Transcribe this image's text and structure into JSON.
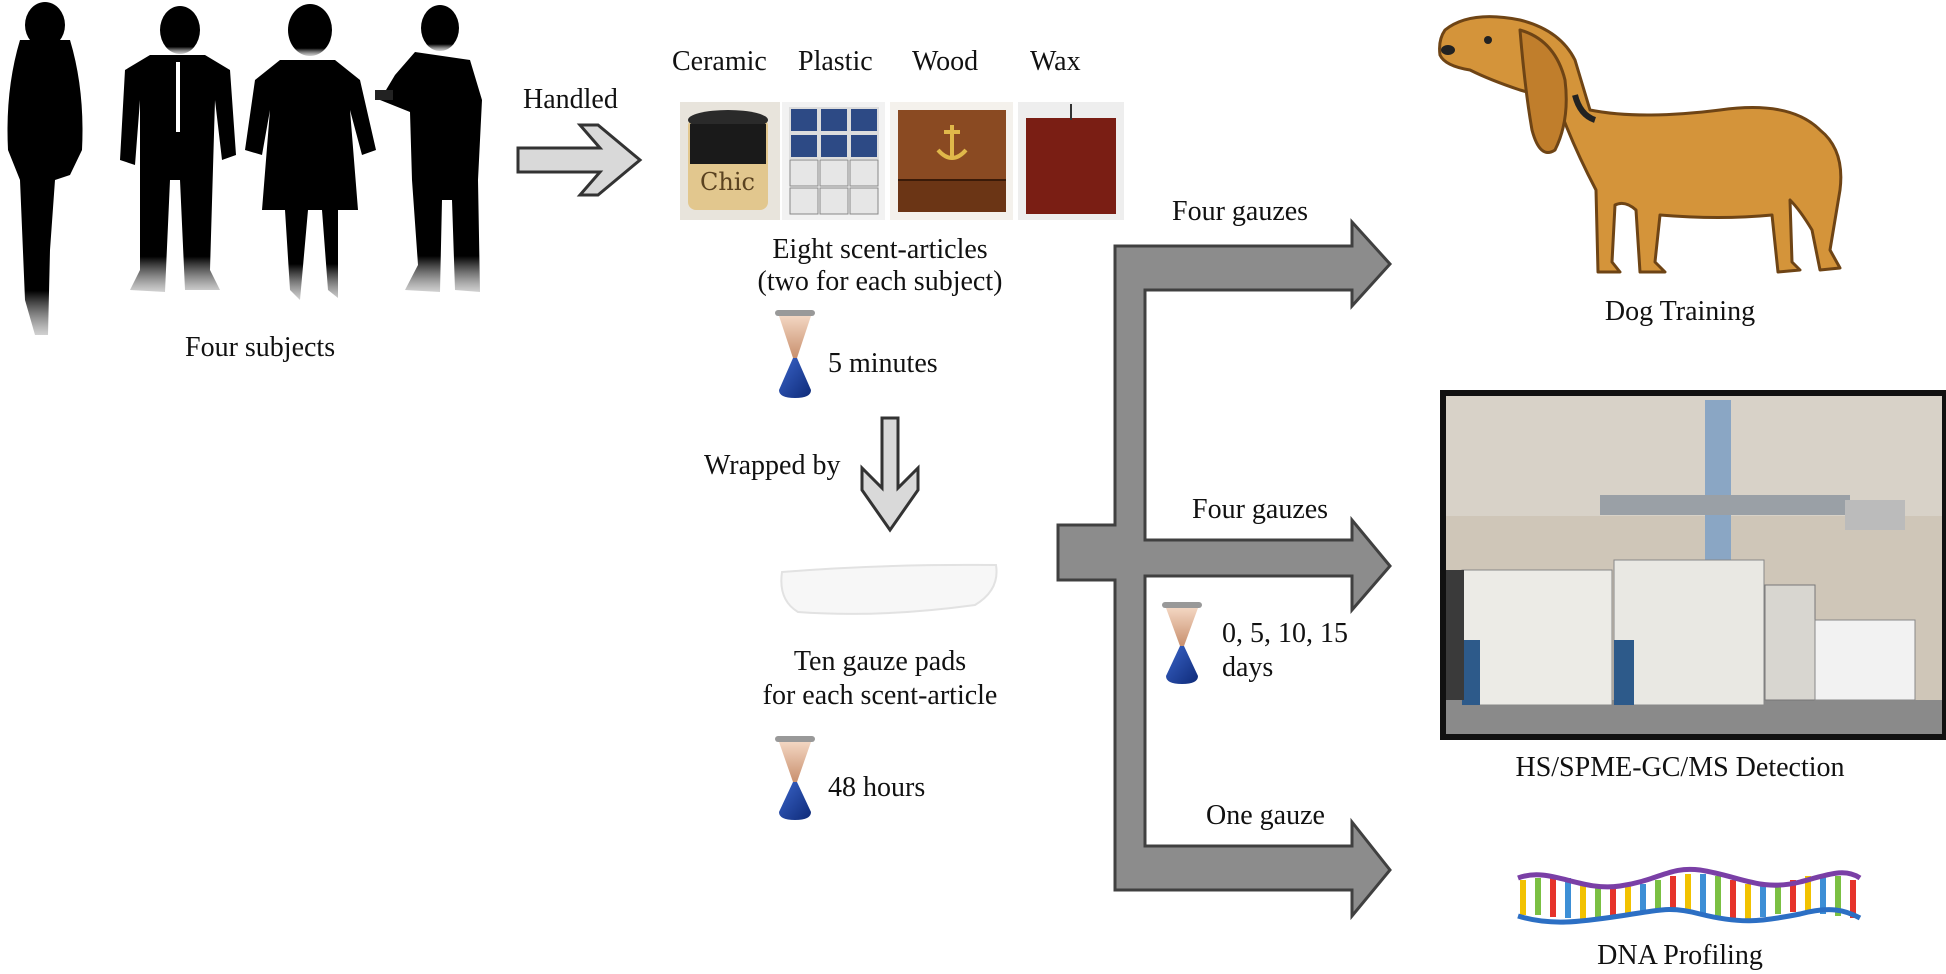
{
  "subjects": {
    "label": "Four subjects"
  },
  "handled": {
    "label": "Handled"
  },
  "materials": [
    "Ceramic",
    "Plastic",
    "Wood",
    "Wax"
  ],
  "scent_articles": {
    "line1": "Eight scent-articles",
    "line2": "(two for each subject)"
  },
  "timer1": {
    "label": "5 minutes"
  },
  "wrapped": {
    "label": "Wrapped by"
  },
  "gauze": {
    "line1": "Ten gauze pads",
    "line2": "for each scent-article"
  },
  "timer2": {
    "label": "48 hours"
  },
  "branches": {
    "top": "Four gauzes",
    "middle": "Four gauzes",
    "bottom": "One gauze"
  },
  "aging": {
    "line1": "0, 5, 10, 15",
    "line2": "days"
  },
  "outputs": {
    "dog": "Dog Training",
    "gcms": "HS/SPME-GC/MS Detection",
    "dna": "DNA Profiling"
  },
  "colors": {
    "arrow_fill": "#8c8c8c",
    "arrow_stroke": "#404040",
    "dog": "#d4943a"
  }
}
